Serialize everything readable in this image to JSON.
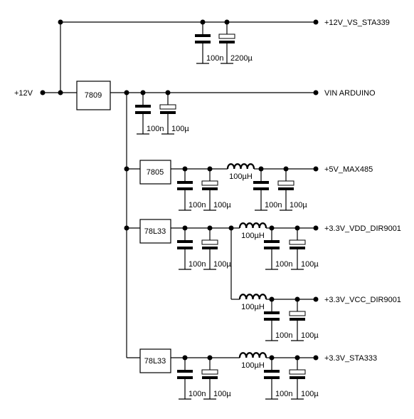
{
  "input_label": "+12V",
  "outputs": {
    "vs_sta339": "+12V_VS_STA339",
    "vin_arduino": "VIN ARDUINO",
    "max485": "+5V_MAX485",
    "vdd_dir9001": "+3.3V_VDD_DIR9001",
    "vcc_dir9001": "+3.3V_VCC_DIR9001",
    "sta333": "+3.3V_STA333"
  },
  "regulators": {
    "r7809": "7809",
    "r7805": "7805",
    "r78l33_a": "78L33",
    "r78l33_b": "78L33"
  },
  "capacitors": {
    "top_ceramic": "100n",
    "top_electrolytic": "2200µ",
    "c100n": "100n",
    "c100u": "100µ"
  },
  "inductor": "100µH"
}
